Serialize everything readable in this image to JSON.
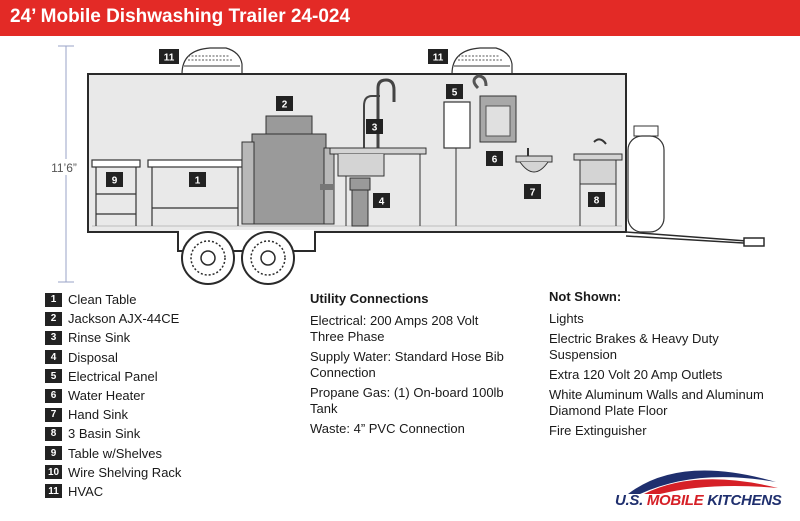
{
  "header": {
    "title": "24’ Mobile Dishwashing Trailer 24-024"
  },
  "dimension": {
    "height_label": "11’6”"
  },
  "legend": [
    {
      "num": "1",
      "label": "Clean Table"
    },
    {
      "num": "2",
      "label": "Jackson AJX-44CE"
    },
    {
      "num": "3",
      "label": "Rinse Sink"
    },
    {
      "num": "4",
      "label": "Disposal"
    },
    {
      "num": "5",
      "label": "Electrical Panel"
    },
    {
      "num": "6",
      "label": "Water Heater"
    },
    {
      "num": "7",
      "label": "Hand Sink"
    },
    {
      "num": "8",
      "label": "3 Basin Sink"
    },
    {
      "num": "9",
      "label": "Table w/Shelves"
    },
    {
      "num": "10",
      "label": "Wire Shelving Rack"
    },
    {
      "num": "11",
      "label": "HVAC"
    }
  ],
  "callouts": {
    "c1": "1",
    "c2": "2",
    "c3": "3",
    "c4": "4",
    "c5": "5",
    "c6": "6",
    "c7": "7",
    "c8": "8",
    "c9": "9",
    "c11a": "11",
    "c11b": "11"
  },
  "utility": {
    "title": "Utility Connections",
    "items": [
      "Electrical: 200 Amps 208 Volt Three Phase",
      "Supply Water: Standard Hose Bib Connection",
      "Propane Gas: (1) On-board 100lb Tank",
      "Waste: 4” PVC Connection"
    ]
  },
  "not_shown": {
    "title": "Not Shown:",
    "items": [
      "Lights",
      "Electric Brakes & Heavy Duty Suspension",
      "Extra 120 Volt 20 Amp Outlets",
      "White Aluminum Walls and Aluminum Diamond Plate Floor",
      "Fire Extinguisher"
    ]
  },
  "logo": {
    "text_part1": "U.S. ",
    "text_part2": "MOBILE",
    "text_part3": " KITCHENS"
  },
  "colors": {
    "header_red": "#e32a26",
    "equipment_gray": "#9a9a9a",
    "logo_navy": "#1f2f6e",
    "logo_red": "#d62027"
  }
}
